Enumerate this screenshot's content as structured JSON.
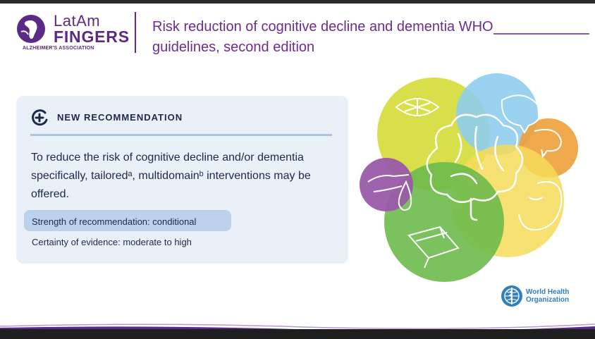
{
  "logo": {
    "line1": "LatAm",
    "line2": "FINGERS",
    "org": "ALZHEIMER'S ASSOCIATION",
    "brand_color": "#5b2a86"
  },
  "header": {
    "title": "Risk reduction of cognitive decline and dementia WHO guidelines, second edition",
    "title_color": "#6b2d8e"
  },
  "card": {
    "icon": "plus-circle-icon",
    "heading": "NEW RECOMMENDATION",
    "body": "To reduce the risk of cognitive decline and/or dementia specifically, tailoredᵃ, multidomainᵇ interventions may be offered.",
    "strength": "Strength of recommendation: conditional",
    "certainty": "Certainty of evidence: moderate to high",
    "background": "#eaf0f8",
    "pill_color": "#bcd2ec"
  },
  "illustration": {
    "icons": [
      "lemon-icon",
      "speech-bubbles-icon",
      "brain-icon",
      "hand-icon",
      "drop-icon",
      "book-icon",
      "face-icon"
    ],
    "colors": {
      "yellow_green": "#d5dc3c",
      "sky_blue": "#8fcdee",
      "orange": "#f0a03a",
      "pale_yellow": "#f6dc5a",
      "green": "#6dbb4e",
      "purple": "#9a5aa8"
    }
  },
  "who": {
    "name": "World Health Organization",
    "emblem": "who-emblem-icon",
    "color": "#2f7fc1"
  }
}
